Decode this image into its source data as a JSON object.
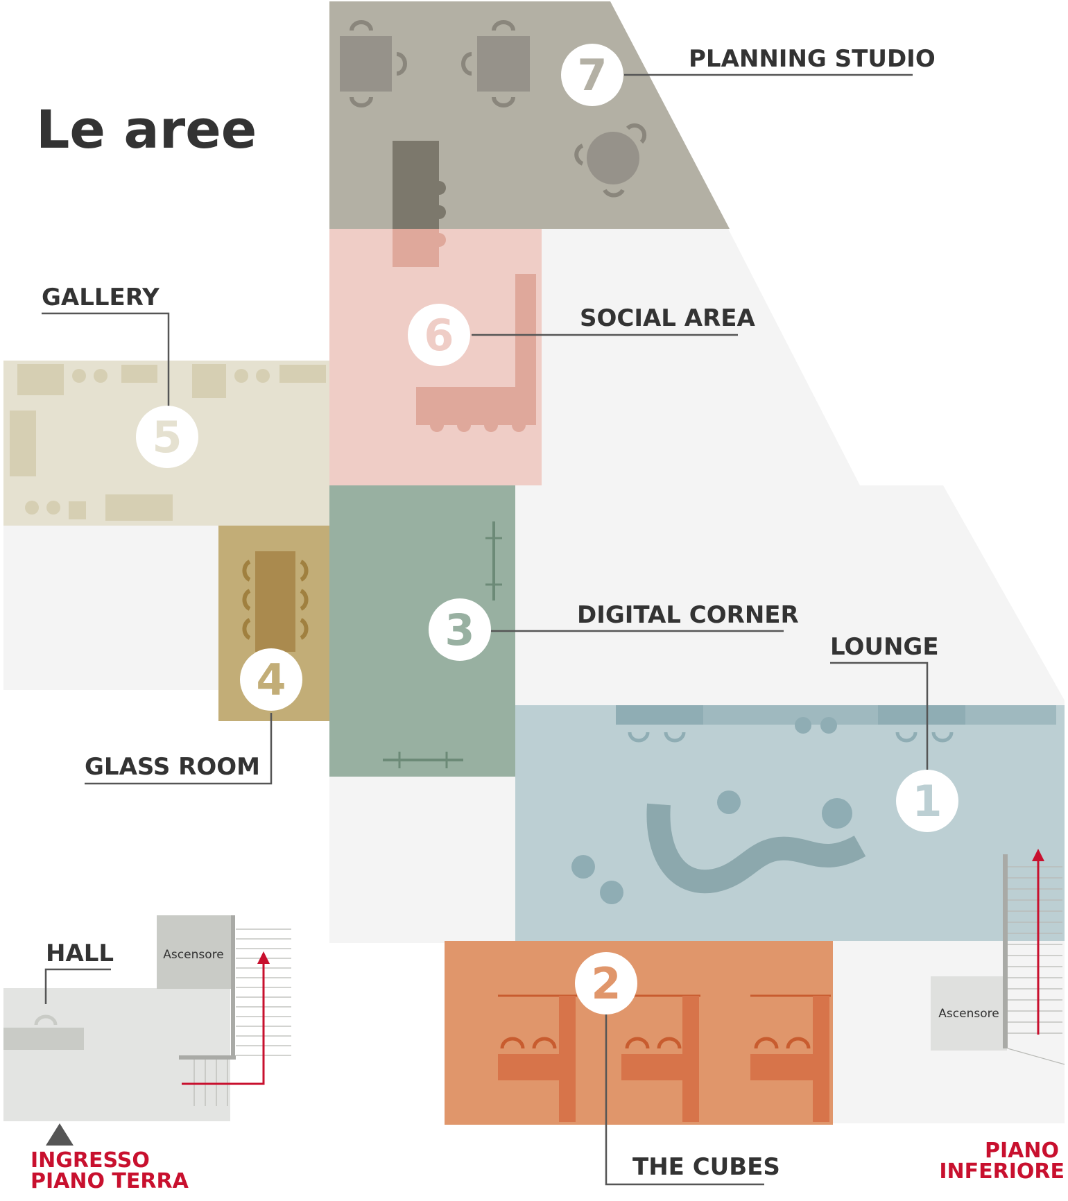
{
  "title": "Le aree",
  "colors": {
    "planning": "#b3b0a4",
    "social": "#efcdc6",
    "gallery": "#e5e1d0",
    "glass": "#c2ad77",
    "digital": "#98b0a1",
    "lounge": "#bccfd3",
    "cubes": "#e0966b",
    "hall": "#e3e4e2",
    "floor": "#f4f4f4",
    "accent_red": "#c8102e"
  },
  "areas": [
    {
      "number": "1",
      "label": "LOUNGE"
    },
    {
      "number": "2",
      "label": "THE CUBES"
    },
    {
      "number": "3",
      "label": "DIGITAL CORNER"
    },
    {
      "number": "4",
      "label": "GLASS ROOM"
    },
    {
      "number": "5",
      "label": "GALLERY"
    },
    {
      "number": "6",
      "label": "SOCIAL AREA"
    },
    {
      "number": "7",
      "label": "PLANNING STUDIO"
    }
  ],
  "hall_label": "HALL",
  "elevator_label": "Ascensore",
  "entrance": {
    "line1": "INGRESSO",
    "line2": "PIANO TERRA"
  },
  "lower_floor": {
    "line1": "PIANO",
    "line2": "INFERIORE"
  }
}
